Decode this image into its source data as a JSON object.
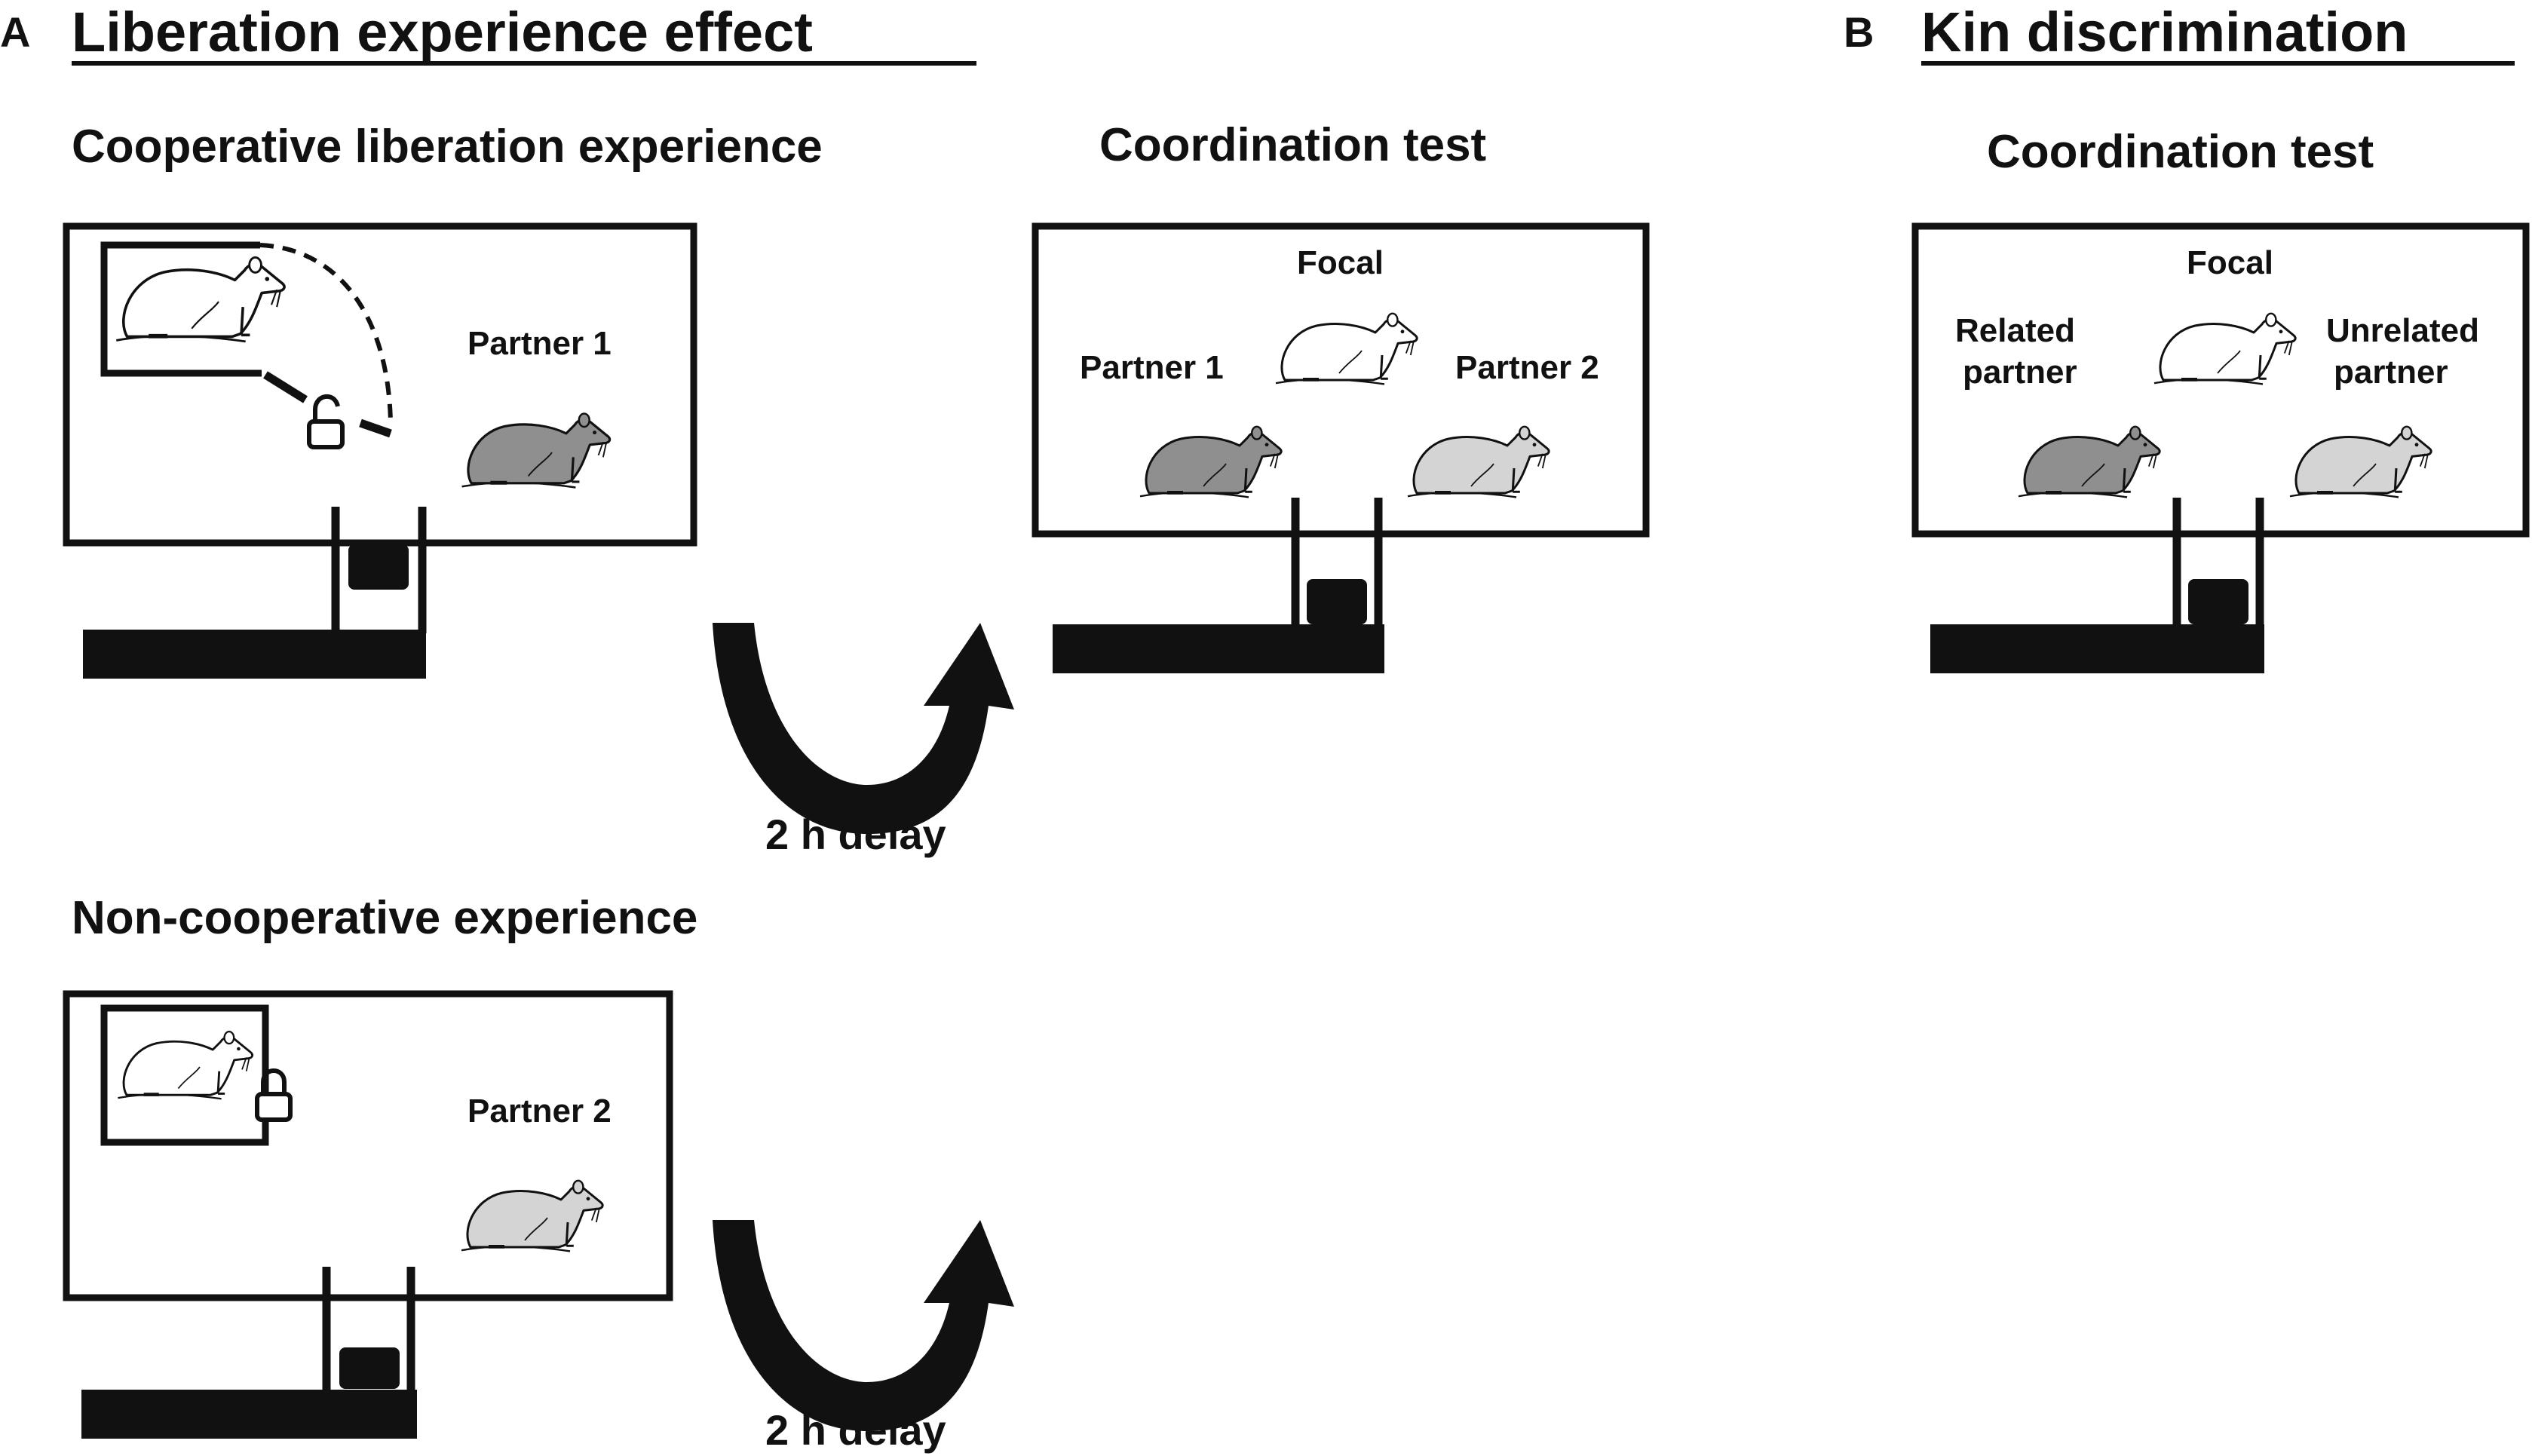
{
  "panel_a": {
    "letter": "A",
    "title": "Liberation experience effect",
    "cooperative": {
      "heading": "Cooperative liberation experience",
      "partner_label": "Partner 1",
      "restrainer_state": "unlocked",
      "lock_icon": "unlocked-padlock-icon"
    },
    "noncooperative": {
      "heading": "Non-cooperative experience",
      "partner_label": "Partner 2",
      "restrainer_state": "locked",
      "lock_icon": "locked-padlock-icon"
    },
    "delay_label": "2 h delay",
    "coordination": {
      "heading": "Coordination test",
      "focal_label": "Focal",
      "left_label": "Partner 1",
      "right_label": "Partner 2"
    }
  },
  "panel_b": {
    "letter": "B",
    "title": "Kin discrimination",
    "coordination": {
      "heading": "Coordination test",
      "focal_label": "Focal",
      "left_label_line1": "Related",
      "left_label_line2": "partner",
      "right_label_line1": "Unrelated",
      "right_label_line2": "partner"
    }
  },
  "colors": {
    "line": "#111111",
    "focal_rat": "#ffffff",
    "partner1_rat": "#8f8f8f",
    "partner2_rat": "#d4d4d4"
  },
  "icons": [
    "rat-icon",
    "padlock-icon",
    "curved-arrow-icon"
  ]
}
